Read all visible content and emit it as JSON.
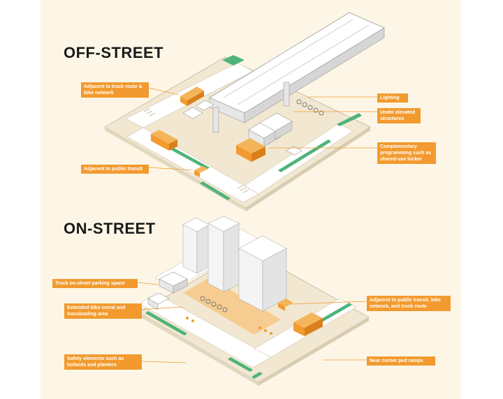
{
  "sections": {
    "off_street": {
      "title": "OFF-STREET",
      "callouts": [
        "Adjacent to truck route & bike network",
        "Adjacent to public transit",
        "Lighting",
        "Under elevated structures",
        "Complementary programming such as shared-use locker"
      ]
    },
    "on_street": {
      "title": "ON-STREET",
      "callouts": [
        "Truck on-street parking space",
        "Extended bike corral and transloading area",
        "Safety elements such as bollards and planters",
        "Adjacent to public transit, bike network, and truck route",
        "Near corner ped ramps"
      ]
    }
  },
  "colors": {
    "background": "#fdf6e6",
    "accent": "#f29a2e",
    "bike_lane": "#4fb37a",
    "road": "#ffffff",
    "block": "#efe4cc"
  }
}
